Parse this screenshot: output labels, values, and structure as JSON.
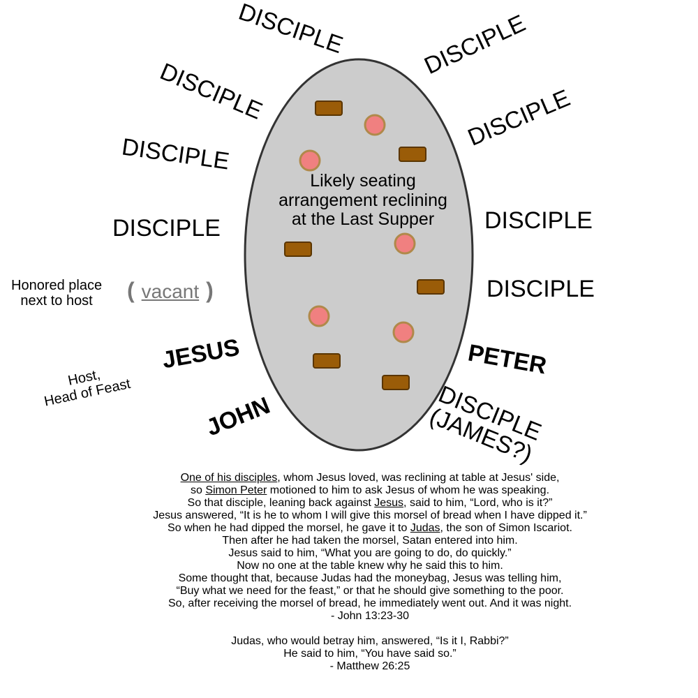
{
  "diagram": {
    "title": "Likely seating arrangement reclining at the Last Supper",
    "title_lines": [
      "Likely seating",
      "arrangement reclining",
      "at the Last Supper"
    ],
    "labels": {
      "disciple": "DISCIPLE",
      "jesus": "JESUS",
      "john": "JOHN",
      "peter": "PETER",
      "james_line1": "DISCIPLE",
      "james_line2": "(JAMES?)",
      "honored_line1": "Honored place",
      "honored_line2": "next to host",
      "host_line1": "Host,",
      "host_line2": "Head of Feast",
      "vacant": "vacant",
      "paren_open": "(",
      "paren_close": ")"
    },
    "colors": {
      "table_fill": "#cccccc",
      "table_stroke": "#333333",
      "bread_fill": "#9a5c08",
      "bread_stroke": "#5a3500",
      "cup_fill": "#f08080",
      "cup_stroke": "#b0894a",
      "vacant_text": "#777777"
    }
  },
  "passage": {
    "john": [
      {
        "pre": "",
        "u": "One of his disciples",
        "post": ", whom Jesus loved, was reclining at table at Jesus' side,"
      },
      {
        "pre": "so ",
        "u": "Simon Peter",
        "post": " motioned to him to ask Jesus of whom he was speaking."
      },
      {
        "pre": "So that disciple, leaning back against ",
        "u": "Jesus",
        "post": ", said to him, “Lord, who is it?”"
      },
      {
        "pre": "Jesus answered, “It is he to whom I will give this morsel of bread when I have dipped it.”",
        "u": "",
        "post": ""
      },
      {
        "pre": "So when he had dipped the morsel, he gave it to ",
        "u": "Judas",
        "post": ", the son of Simon Iscariot."
      },
      {
        "pre": "Then after he had taken the morsel, Satan entered into him.",
        "u": "",
        "post": ""
      },
      {
        "pre": "Jesus said to him, “What you are going to do, do quickly.”",
        "u": "",
        "post": ""
      },
      {
        "pre": "Now no one at the table knew why he said this to him.",
        "u": "",
        "post": ""
      },
      {
        "pre": "Some thought that, because Judas had the moneybag, Jesus was telling him,",
        "u": "",
        "post": ""
      },
      {
        "pre": "“Buy what we need for the feast,” or that he should give something to the poor.",
        "u": "",
        "post": ""
      },
      {
        "pre": "So, after receiving the morsel of bread, he immediately went out. And it was night.",
        "u": "",
        "post": ""
      },
      {
        "pre": "- John 13:23-30",
        "u": "",
        "post": ""
      }
    ],
    "matthew": [
      "Judas, who would betray him, answered, “Is it I, Rabbi?”",
      "He said to him, “You have said so.”",
      "- Matthew 26:25"
    ]
  }
}
